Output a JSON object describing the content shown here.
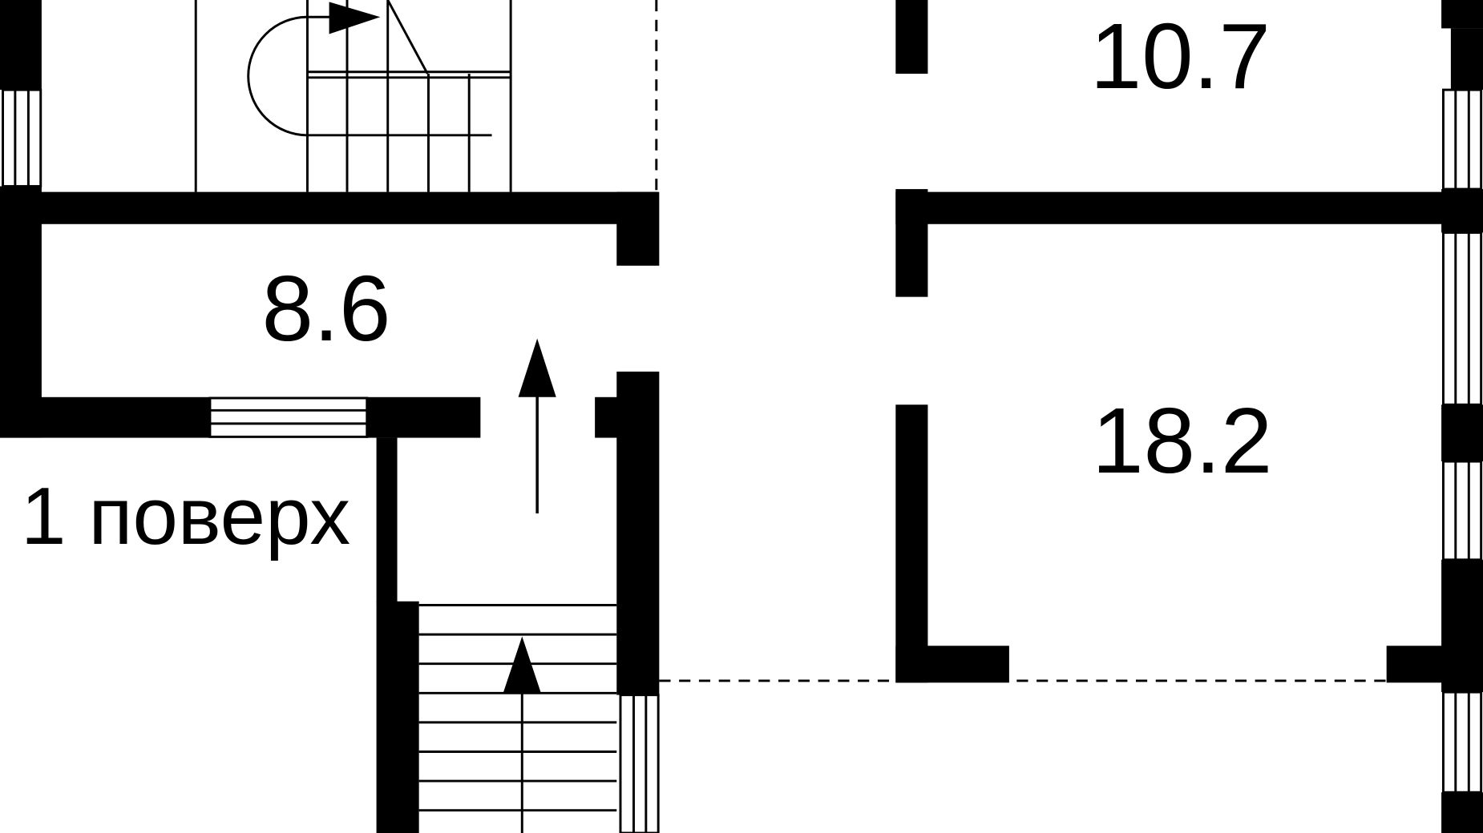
{
  "plan": {
    "floor_label": "1 поверх",
    "rooms": [
      {
        "id": "room-top-right",
        "area": "10.7"
      },
      {
        "id": "room-left",
        "area": "8.6"
      },
      {
        "id": "room-right",
        "area": "18.2"
      }
    ],
    "colors": {
      "wall": "#000000",
      "background": "#ffffff",
      "window_fill": "#ffffff",
      "label": "#000000"
    },
    "icons": {
      "stairs_top": "spiral-stair-icon",
      "stairs_bottom": "straight-stair-icon",
      "direction_arrow": "up-arrow-icon"
    }
  }
}
